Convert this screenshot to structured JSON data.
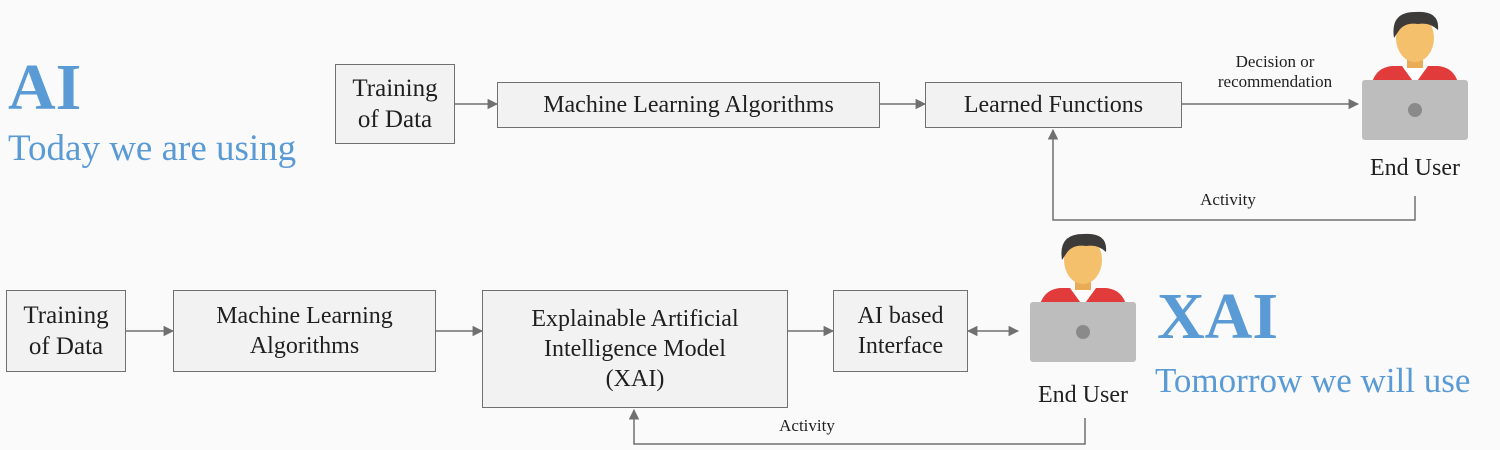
{
  "top": {
    "heading": "AI",
    "subheading": "Today we are using",
    "boxes": {
      "training": "Training\nof Data",
      "ml": "Machine Learning Algorithms",
      "learned": "Learned Functions"
    },
    "decision_label": "Decision or\nrecommendation",
    "activity_label": "Activity",
    "user_label": "End User"
  },
  "bottom": {
    "heading": "XAI",
    "subheading": "Tomorrow we will use",
    "boxes": {
      "training": "Training\nof Data",
      "ml": "Machine Learning\nAlgorithms",
      "xai": "Explainable Artificial\nIntelligence Model\n(XAI)",
      "interface": "AI based\nInterface"
    },
    "activity_label": "Activity",
    "user_label": "End User"
  },
  "colors": {
    "accent": "#5b9bd5",
    "box_fill": "#f2f2f2",
    "line": "#707070",
    "shirt": "#e23b3b",
    "skin": "#f5c06b",
    "hair": "#3d3a3a",
    "laptop": "#bdbdbd"
  },
  "icons": [
    "arrow-right-icon",
    "double-arrow-icon",
    "end-user-icon"
  ]
}
